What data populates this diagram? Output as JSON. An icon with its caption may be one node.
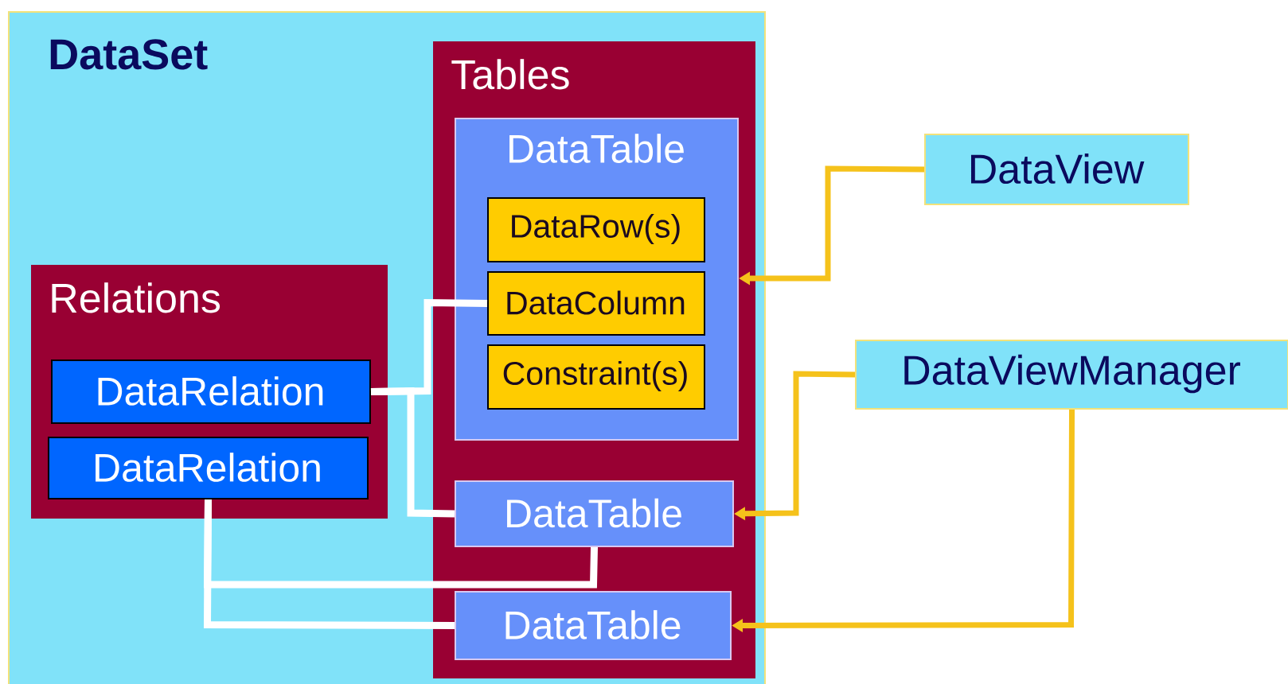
{
  "diagram": {
    "nodes": [
      {
        "text": [
          "DataSet"
        ]
      },
      {
        "text": [
          "Tables"
        ],
        "in": 0
      },
      {
        "text": [
          "DataTable"
        ],
        "in": 1
      },
      {
        "text": [
          "DataRow(s)"
        ],
        "in": 2
      },
      {
        "text": [
          "DataColumn"
        ],
        "in": 2
      },
      {
        "text": [
          "Constraint(s)"
        ],
        "in": 2
      },
      {
        "text": [
          "DataTable"
        ],
        "in": 1
      },
      {
        "text": [
          "DataTable"
        ],
        "in": 1
      },
      {
        "text": [
          "Relations"
        ],
        "in": 0
      },
      {
        "text": [
          "DataRelation"
        ],
        "in": 8
      },
      {
        "text": [
          "DataRelation"
        ],
        "in": 8
      },
      {
        "text": [
          "DataView"
        ]
      },
      {
        "text": [
          "DataViewManager"
        ]
      }
    ],
    "edges": [
      {
        "from": 9,
        "to": 4,
        "arrow": "none"
      },
      {
        "from": 9,
        "to": 6,
        "arrow": "none"
      },
      {
        "from": 10,
        "to": 7,
        "arrow": "none"
      },
      {
        "from": 10,
        "to": 6,
        "arrow": "none"
      },
      {
        "from": 11,
        "to": 2,
        "arrow": "to",
        "color": "#f5c21b"
      },
      {
        "from": 12,
        "to": 6,
        "arrow": "to",
        "color": "#f5c21b"
      },
      {
        "from": 12,
        "to": 7,
        "arrow": "to",
        "color": "#f5c21b"
      }
    ]
  }
}
